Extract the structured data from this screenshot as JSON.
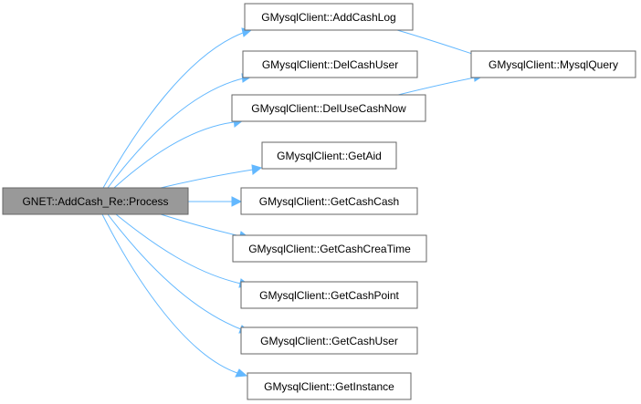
{
  "nodes": {
    "process": "GNET::AddCash_Re::Process",
    "add_cash_log": "GMysqlClient::AddCashLog",
    "del_cash_user": "GMysqlClient::DelCashUser",
    "del_use_cash_now": "GMysqlClient::DelUseCashNow",
    "get_aid": "GMysqlClient::GetAid",
    "get_cash_cash": "GMysqlClient::GetCashCash",
    "get_cash_crea_time": "GMysqlClient::GetCashCreaTime",
    "get_cash_point": "GMysqlClient::GetCashPoint",
    "get_cash_user": "GMysqlClient::GetCashUser",
    "get_instance": "GMysqlClient::GetInstance",
    "mysql_query": "GMysqlClient::MysqlQuery"
  },
  "edges": [
    {
      "from": "process",
      "to": "add_cash_log"
    },
    {
      "from": "process",
      "to": "del_cash_user"
    },
    {
      "from": "process",
      "to": "del_use_cash_now"
    },
    {
      "from": "process",
      "to": "get_aid"
    },
    {
      "from": "process",
      "to": "get_cash_cash"
    },
    {
      "from": "process",
      "to": "get_cash_crea_time"
    },
    {
      "from": "process",
      "to": "get_cash_point"
    },
    {
      "from": "process",
      "to": "get_cash_user"
    },
    {
      "from": "process",
      "to": "get_instance"
    },
    {
      "from": "add_cash_log",
      "to": "mysql_query"
    },
    {
      "from": "del_use_cash_now",
      "to": "mysql_query"
    }
  ],
  "colors": {
    "edge": "#63b8ff",
    "node_border": "#666666",
    "root_fill": "#999999",
    "node_fill": "#ffffff"
  }
}
